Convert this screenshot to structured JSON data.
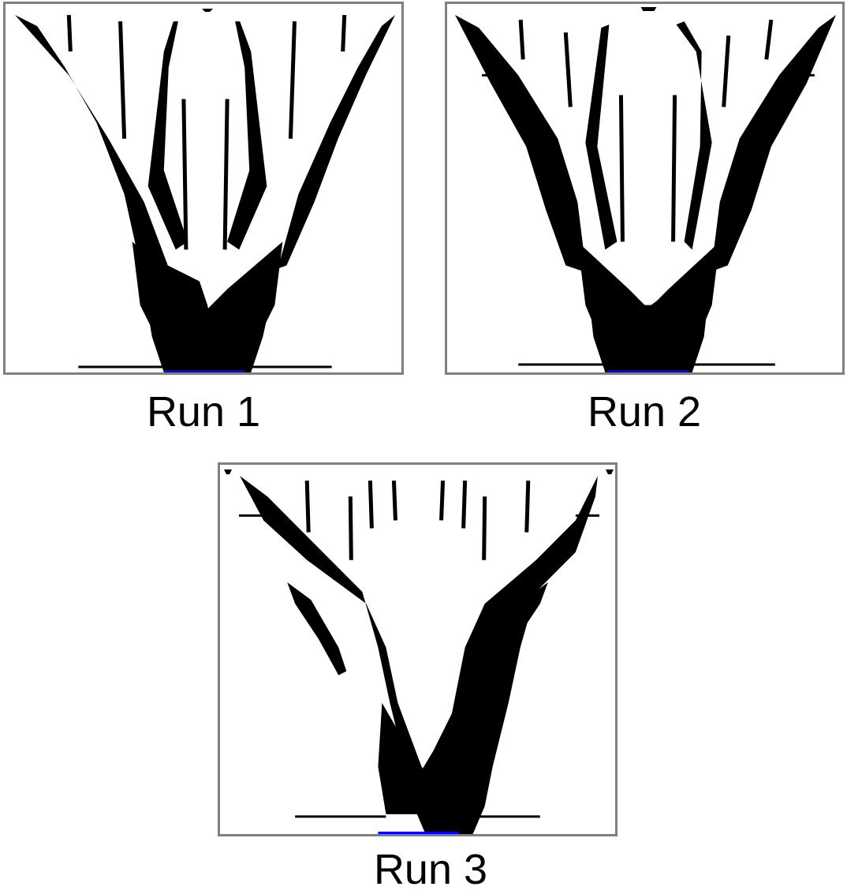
{
  "panels": [
    {
      "caption": "Run 1"
    },
    {
      "caption": "Run 2"
    },
    {
      "caption": "Run 3"
    }
  ],
  "colors": {
    "frame": "#808080",
    "material": "#000000",
    "support": "#0000ff",
    "background": "#ffffff"
  }
}
